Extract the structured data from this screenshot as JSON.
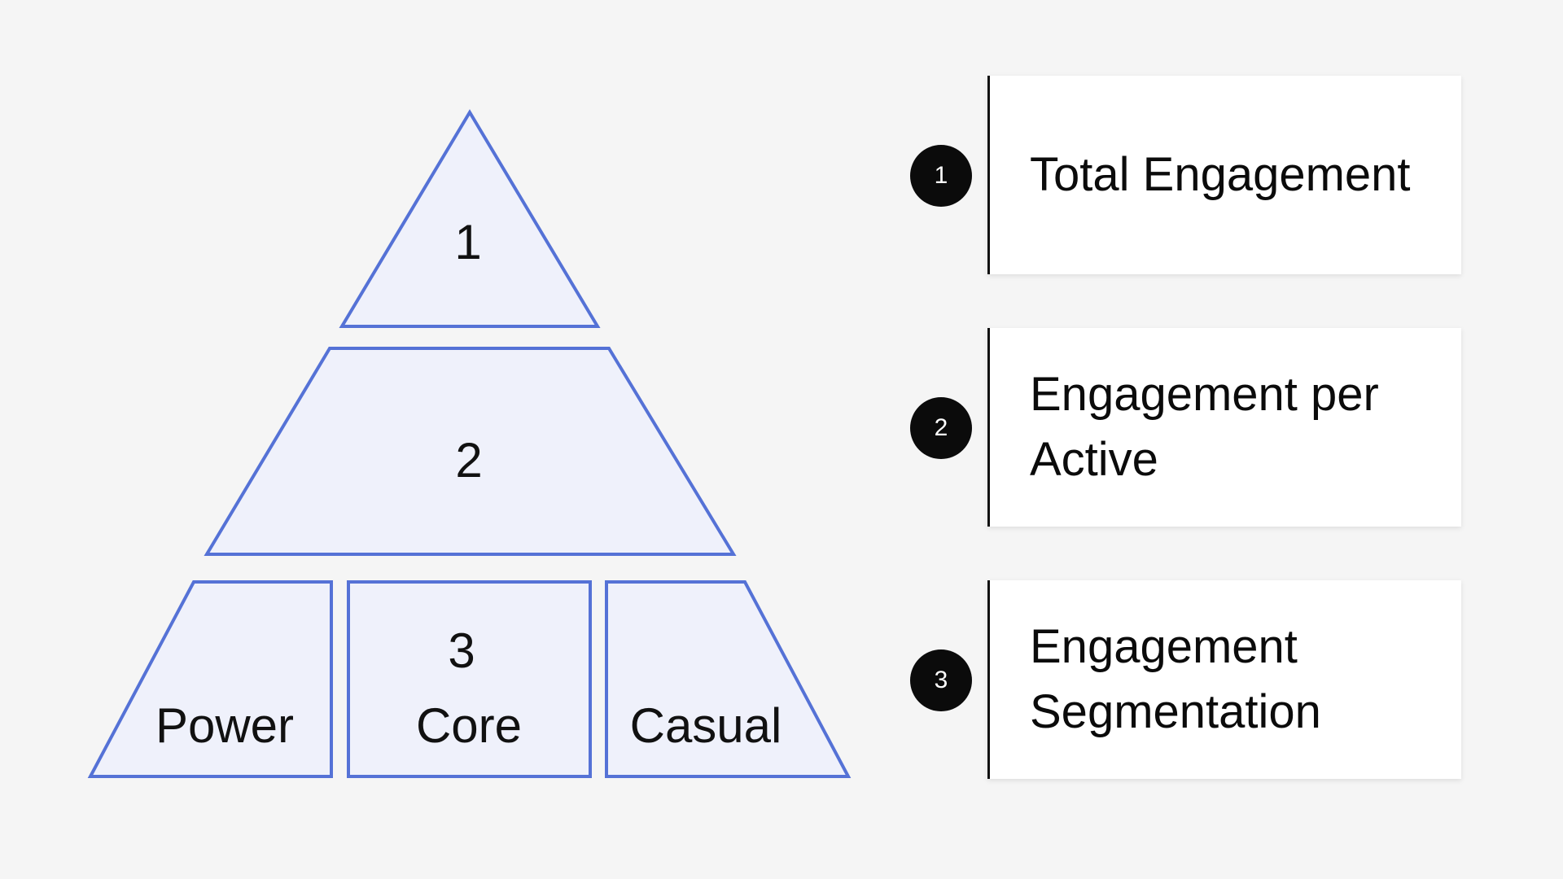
{
  "pyramid": {
    "tiers": [
      {
        "number": "1"
      },
      {
        "number": "2"
      },
      {
        "number": "3",
        "segments": [
          "Power",
          "Core",
          "Casual"
        ]
      }
    ]
  },
  "legend": [
    {
      "number": "1",
      "label": "Total Engagement"
    },
    {
      "number": "2",
      "label": "Engagement per Active"
    },
    {
      "number": "3",
      "label": "Engagement Segmentation"
    }
  ],
  "colors": {
    "background": "#f5f5f5",
    "tier_fill": "#eff1fb",
    "tier_stroke": "#5572d6",
    "badge": "#0b0b0b",
    "card": "#ffffff"
  }
}
